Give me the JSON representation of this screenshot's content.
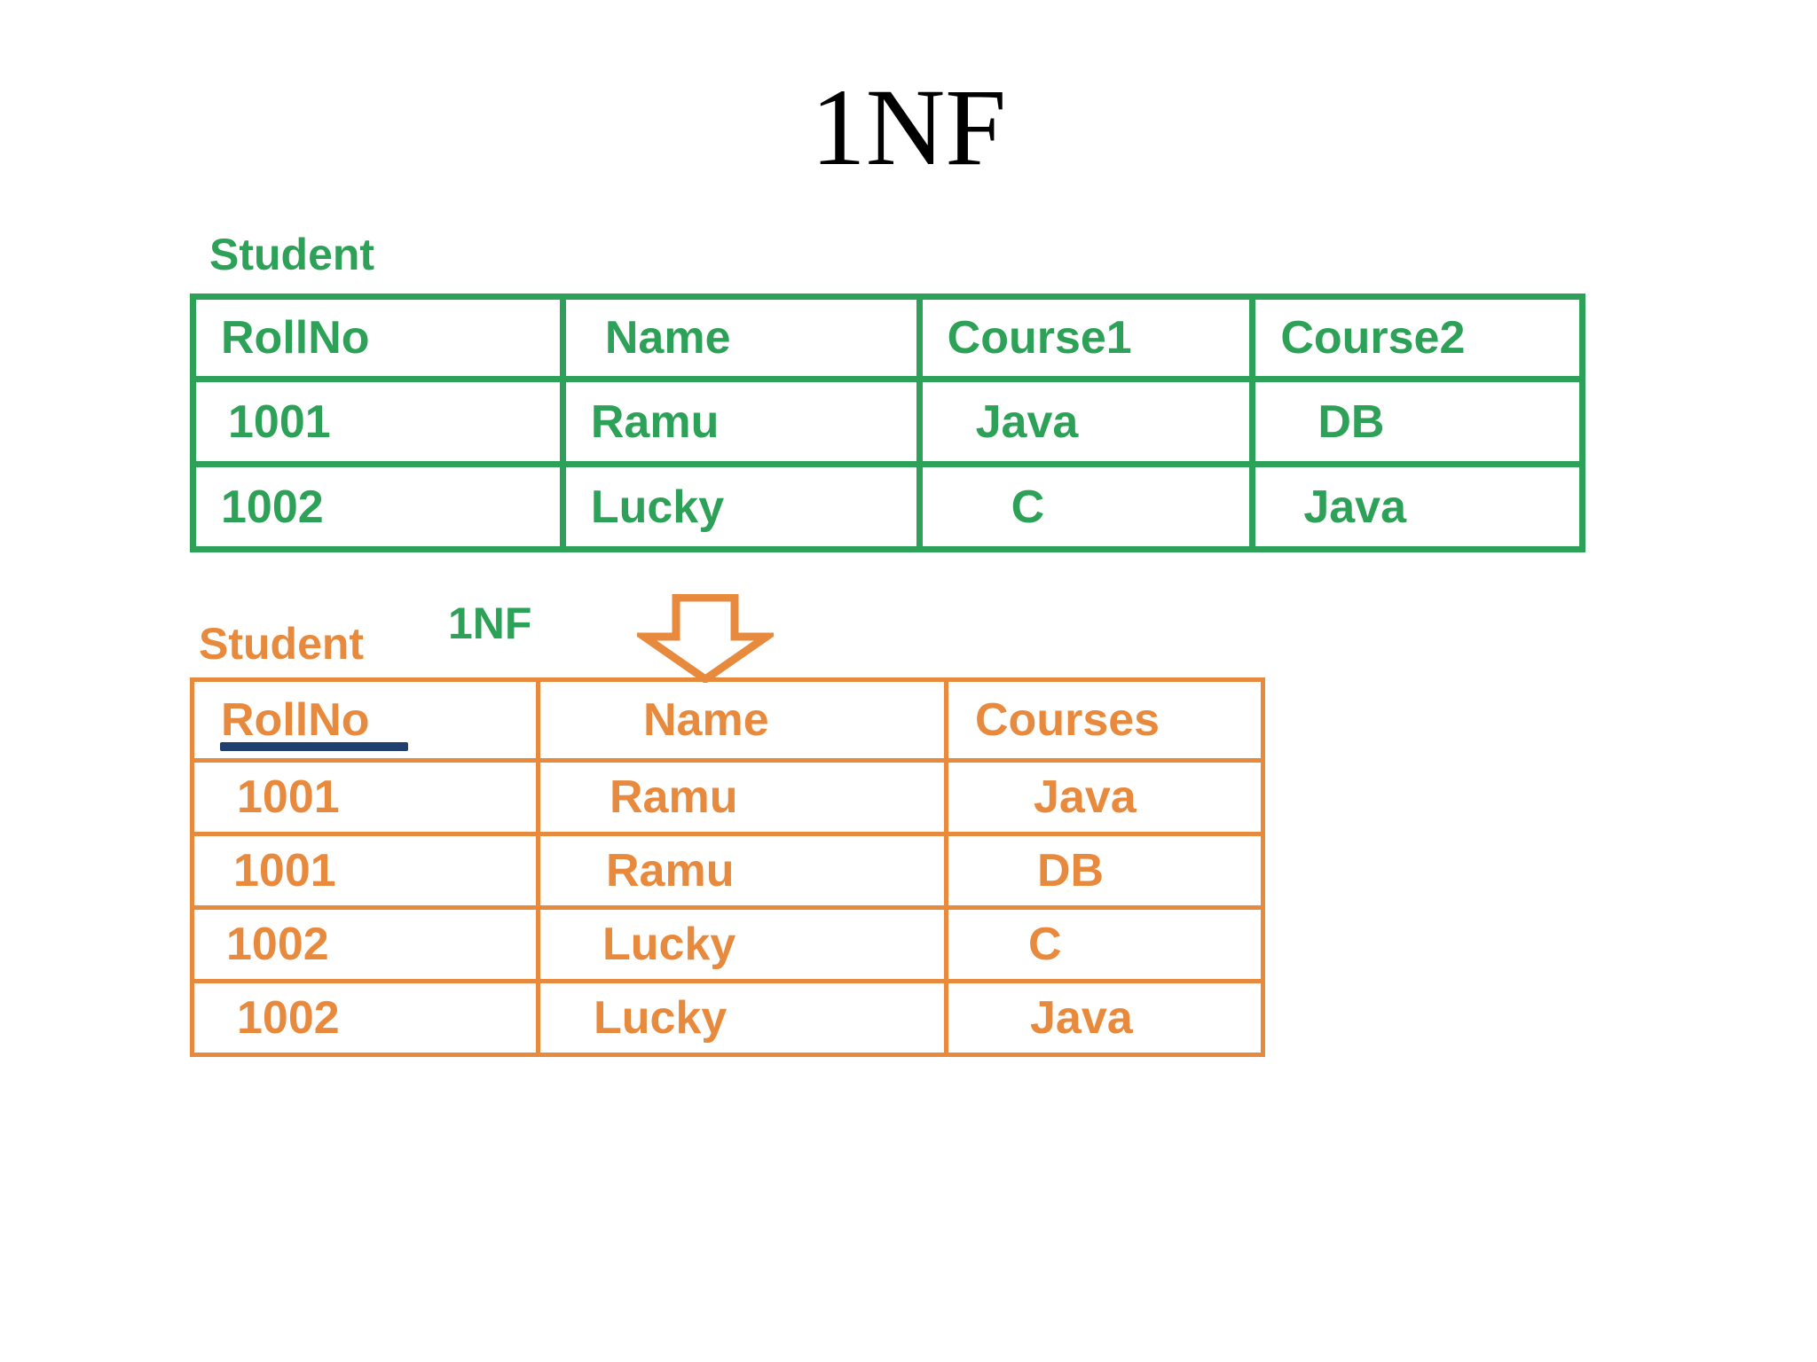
{
  "title": "1NF",
  "top_table": {
    "label": "Student",
    "headers": [
      "RollNo",
      "Name",
      "Course1",
      "Course2"
    ],
    "rows": [
      [
        "1001",
        "Ramu",
        "Java",
        "DB"
      ],
      [
        "1002",
        "Lucky",
        "C",
        "Java"
      ]
    ],
    "color": "#2da157"
  },
  "bottom_table": {
    "label": "Student",
    "label_sup": "1NF",
    "headers": [
      "RollNo",
      "Name",
      "Courses"
    ],
    "rows": [
      [
        "1001",
        "Ramu",
        "Java"
      ],
      [
        "1001",
        "Ramu",
        "DB"
      ],
      [
        "1002",
        "Lucky",
        "C"
      ],
      [
        "1002",
        "Lucky",
        "Java"
      ]
    ],
    "color": "#e88a3d",
    "key_underline_color": "#1f3f6e"
  },
  "arrow": {
    "icon": "down-arrow-icon",
    "color": "#e88a3d"
  }
}
